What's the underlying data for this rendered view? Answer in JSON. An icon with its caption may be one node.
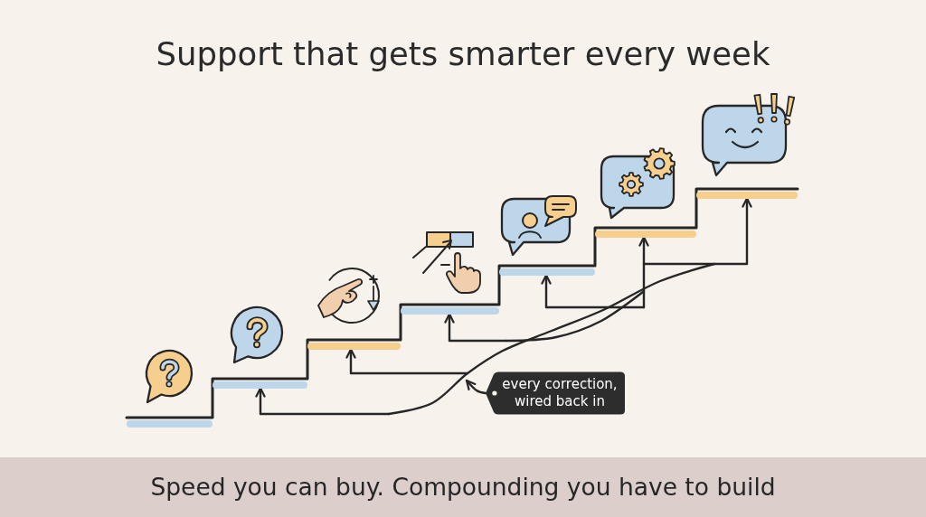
{
  "diagram": {
    "title": "Support that gets smarter every week",
    "caption": "Speed you can buy. Compounding you have to build",
    "nodes": [
      {
        "text": [],
        "shape": "bar"
      },
      {
        "text": [],
        "shape": "bar"
      },
      {
        "text": [],
        "shape": "bar"
      },
      {
        "text": [],
        "shape": "bar"
      },
      {
        "text": [],
        "shape": "bar"
      },
      {
        "text": [],
        "shape": "bar"
      },
      {
        "text": [],
        "shape": "bar"
      },
      {
        "text": [
          "every correction, wired back in"
        ]
      }
    ],
    "edges": [
      {
        "from": null,
        "to": 1,
        "arrow": "to"
      },
      {
        "from": null,
        "to": 2,
        "arrow": "to"
      },
      {
        "from": null,
        "to": 3,
        "arrow": "to"
      },
      {
        "from": null,
        "to": 4,
        "arrow": "to"
      },
      {
        "from": null,
        "to": 5,
        "arrow": "to"
      },
      {
        "from": null,
        "to": 6,
        "arrow": "to"
      },
      {
        "from": 7,
        "to": null,
        "arrow": "to"
      }
    ]
  }
}
